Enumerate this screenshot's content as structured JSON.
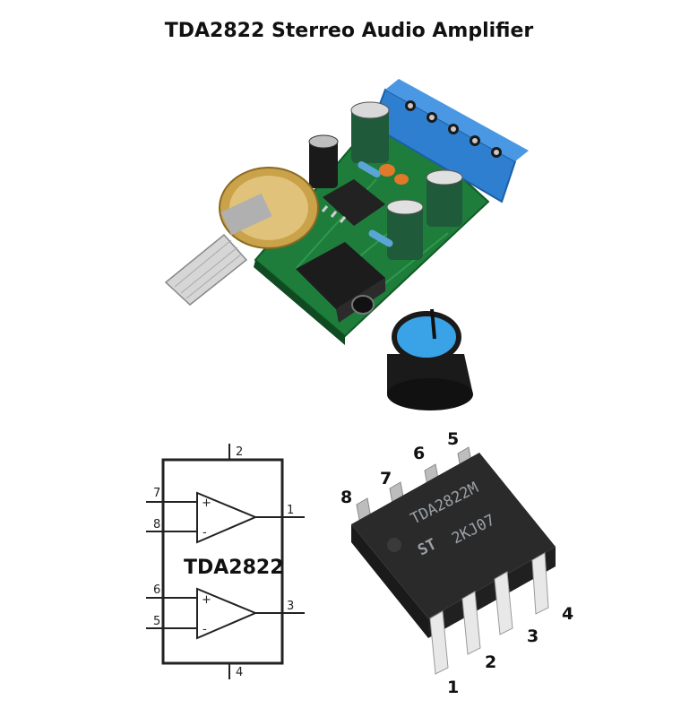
{
  "header": {
    "title": "TDA2822 Sterreo Audio Amplifier"
  },
  "schematic": {
    "chip_label": "TDA2822",
    "pin_top": "2",
    "pin_bottom": "4",
    "amp_a": {
      "in_plus": "7",
      "in_minus": "8",
      "out": "1",
      "plus_sign": "+",
      "minus_sign": "-"
    },
    "amp_b": {
      "in_plus": "6",
      "in_minus": "5",
      "out": "3",
      "plus_sign": "+",
      "minus_sign": "-"
    }
  },
  "ic_photo": {
    "marking_line1": "TDA2822M",
    "marking_line2": "2KJ07",
    "pins_top": [
      "8",
      "7",
      "6",
      "5"
    ],
    "pins_bottom": [
      "1",
      "2",
      "3",
      "4"
    ]
  },
  "colors": {
    "pcb_green": "#1e7d3a",
    "terminal_blue": "#2f7fd1",
    "knob_blue": "#3aa3e8",
    "ic_body": "#2a2a2a"
  }
}
